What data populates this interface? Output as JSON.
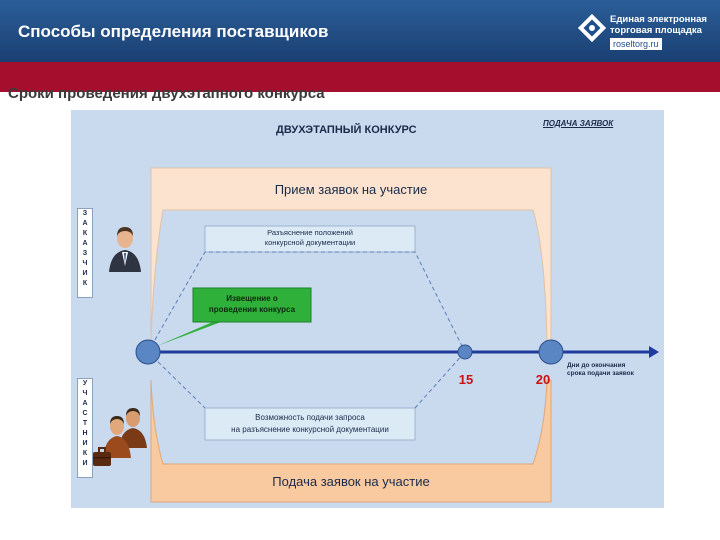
{
  "header": {
    "title": "Способы определения поставщиков",
    "logo": {
      "line1": "Единая электронная",
      "line2": "торговая площадка",
      "url": "roseltorg.ru"
    }
  },
  "subtitle": "Сроки проведения двухэтапного конкурса",
  "diagram": {
    "title": "ДВУХЭТАПНЫЙ КОНКУРС",
    "link": "ПОДАЧА ЗАЯВОК",
    "top_box": "Прием заявок на участие",
    "bottom_box": "Подача заявок на участие",
    "clarify_box": [
      "Разъяснение положений",
      "конкурсной документации"
    ],
    "notice_box": [
      "Извещение о",
      "проведении конкурса"
    ],
    "request_box": [
      "Возможность подачи запроса",
      "на разъяснение конкурсной документации"
    ],
    "day_15": "15",
    "day_20": "20",
    "axis_note": [
      "Дни до окончания",
      "срока подачи заявок"
    ],
    "customer_label": [
      "З",
      "А",
      "К",
      "А",
      "З",
      "Ч",
      "И",
      "К"
    ],
    "participants_label": [
      "У",
      "Ч",
      "А",
      "С",
      "Т",
      "Н",
      "И",
      "К",
      "И"
    ],
    "icons": [
      "customer-person-icon",
      "participants-group-icon",
      "briefcase-icon"
    ],
    "colors": {
      "header": "#1f4e8c",
      "red_bar": "#a50f2d",
      "diagram_bg": "#c9d9ee",
      "top_box": "#fbe3cf",
      "bottom_box": "#f9c9a0",
      "notice_box": "#2fb03a",
      "timeline": "#1f3c9c",
      "day_numbers": "#cc1111"
    }
  }
}
